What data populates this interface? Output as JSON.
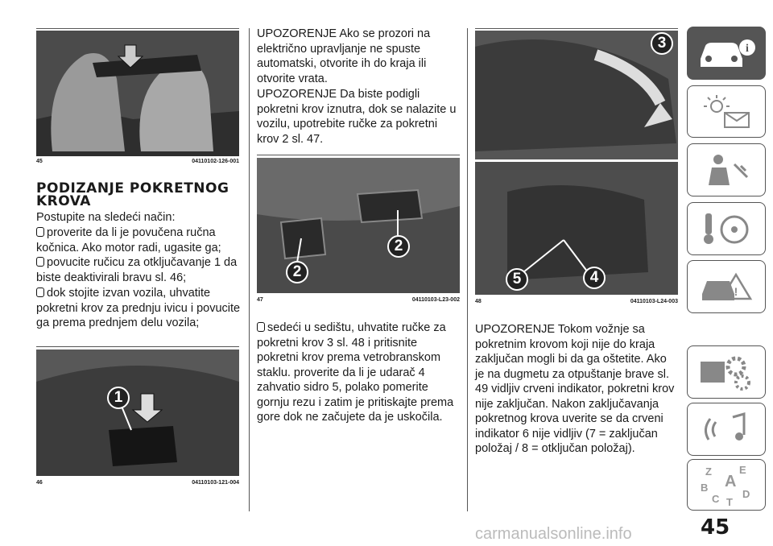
{
  "page_number": "45",
  "watermark": "carmanualsonline.info",
  "left_column": {
    "figure45": {
      "num": "45",
      "code": "04110102-126-001"
    },
    "heading": "PODIZANJE POKRETNOG KROVA",
    "intro": "Postupite na sledeći način:",
    "bullets": [
      "proverite da li je povučena ručna kočnica. Ako motor radi, ugasite ga;",
      "povucite ručicu za otključavanje 1 da biste deaktivirali bravu sl. 46;",
      "dok stojite izvan vozila, uhvatite pokretni krov za prednju ivicu i povucite ga prema prednjem delu vozila;"
    ],
    "figure46": {
      "num": "46",
      "code": "04110103-121-004",
      "callout": "1"
    }
  },
  "middle_column": {
    "warning1": "UPOZORENJE Ako se prozori na električno upravljanje ne spuste automatski, otvorite ih do kraja ili otvorite vrata.",
    "warning2": "UPOZORENJE Da biste podigli pokretni krov iznutra, dok se nalazite u vozilu, upotrebite ručke za pokretni krov 2 sl. 47.",
    "figure47": {
      "num": "47",
      "code": "04110103-L23-002",
      "callout_a": "2",
      "callout_b": "2"
    },
    "bullet": "sedeći u sedištu, uhvatite ručke za pokretni krov 3 sl. 48 i pritisnite pokretni krov prema vetrobranskom staklu. proverite da li je udarač 4 zahvatio sidro 5, polako pomerite gornju rezu i zatim je pritiskajte prema gore dok ne začujete da je uskočila."
  },
  "right_column": {
    "figure48": {
      "num": "48",
      "code": "04110103-L24-003",
      "callout_top": "3",
      "callout_a": "5",
      "callout_b": "4"
    },
    "warning": "UPOZORENJE Tokom vožnje sa pokretnim krovom koji nije do kraja zaključan mogli bi da ga oštetite. Ako je na dugmetu za otpuštanje brave sl. 49 vidljiv crveni indikator, pokretni krov nije zaključan. Nakon zaključavanja pokretnog krova uverite se da crveni indikator 6 nije vidljiv (7 = zaključan položaj / 8 = otključan položaj)."
  },
  "side_tabs": [
    {
      "icon": "car-info-icon",
      "active": true
    },
    {
      "icon": "dashboard-lights-icon",
      "active": false
    },
    {
      "icon": "safety-airbag-icon",
      "active": false
    },
    {
      "icon": "key-steering-icon",
      "active": false
    },
    {
      "icon": "emergency-car-icon",
      "active": false
    },
    {
      "icon": "maintenance-gears-icon",
      "active": false
    },
    {
      "icon": "multimedia-icon",
      "active": false
    },
    {
      "icon": "index-letters-icon",
      "active": false
    }
  ],
  "index_letters": [
    "Z",
    "E",
    "B",
    "A",
    "C",
    "T",
    "D"
  ]
}
